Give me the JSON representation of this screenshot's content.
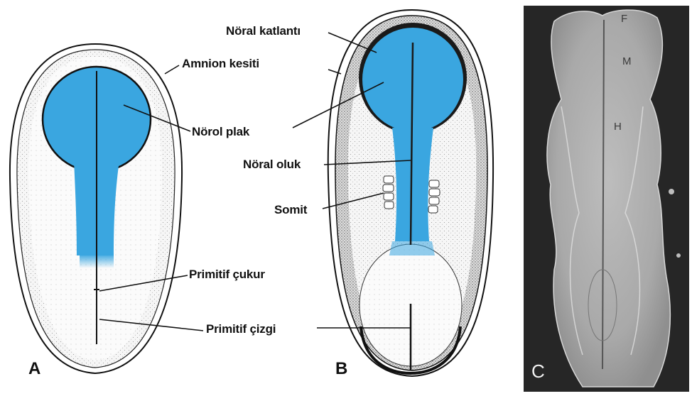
{
  "labels": {
    "noral_katlanti": "Nöral katlantı",
    "amnion_kesiti": "Amnion kesiti",
    "norol_plak": "Nörol plak",
    "noral_oluk": "Nöral oluk",
    "somit": "Somit",
    "primitif_cukur": "Primitif çukur",
    "primitif_cizgi": "Primitif çizgi"
  },
  "panels": {
    "a": "A",
    "b": "B",
    "c": "C"
  },
  "micrograph_labels": {
    "f": "F",
    "m": "M",
    "h": "H"
  },
  "colors": {
    "neural_plate": "#3aa6e0",
    "micrograph_bg": "#2a2a2a",
    "outline": "#111111"
  }
}
